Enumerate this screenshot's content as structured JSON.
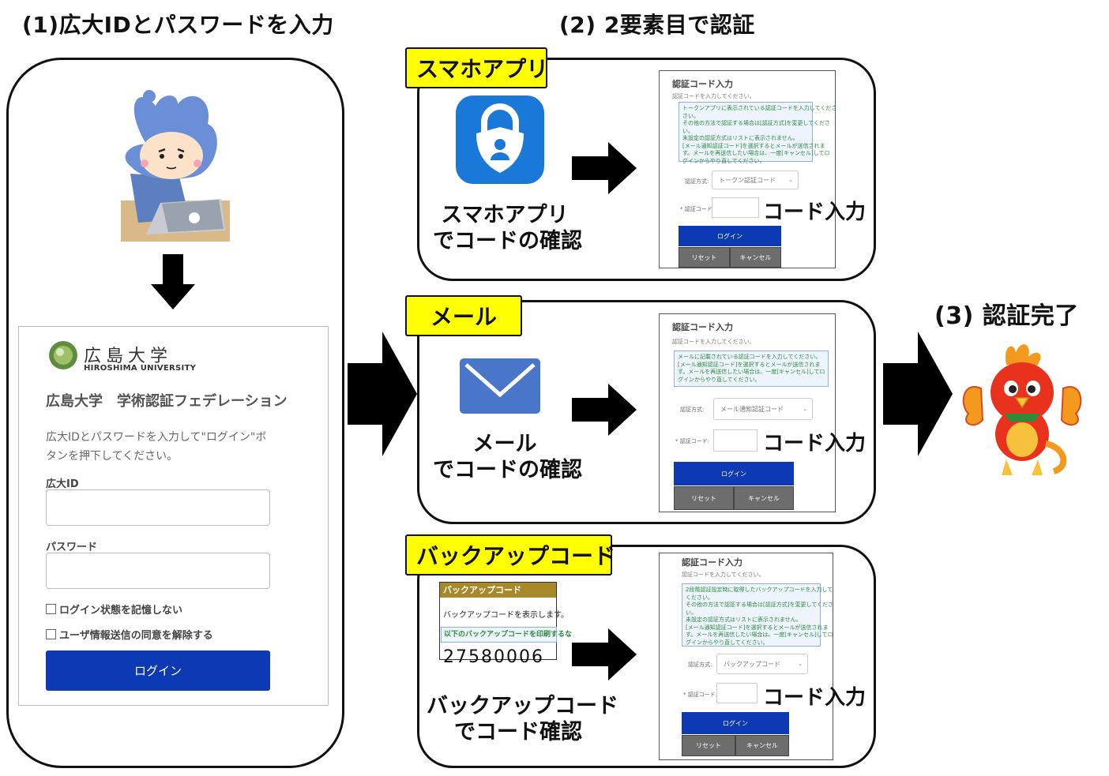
{
  "steps": {
    "step1_title": "(1)広大IDとパスワードを入力",
    "step2_title": "(2) 2要素目で認証",
    "step3_title": "(3) 認証完了"
  },
  "login": {
    "university_name": "広島大学",
    "university_en": "HIROSHIMA UNIVERSITY",
    "federation_title": "広島大学　学術認証フェデレーション",
    "instructions": "広大IDとパスワードを入力して\"ログイン\"ボタンを押下してください。",
    "id_label": "広大ID",
    "id_value": "",
    "password_label": "パスワード",
    "password_value": "",
    "remember_label": "ログイン状態を記憶しない",
    "consent_label": "ユーザ情報送信の同意を解除する",
    "login_button": "ログイン"
  },
  "methods": {
    "app": {
      "tag": "スマホアプリ",
      "label_line1": "スマホアプリ",
      "label_line2": "でコードの確認",
      "code_input": "コード入力",
      "form": {
        "title": "認証コード入力",
        "subtitle": "認証コードを入力してください。",
        "info": [
          "トークンアプリに表示されている認証コードを入力してくださ",
          "さい。",
          "その他の方法で認証する場合は[認証方式]を変更してくださ",
          "い。",
          "未設定の認証方式はリストに表示されません。",
          "[メール通知認証コード]を選択するとメールが送信されま",
          "す。メールを再送信したい場合は、一度[キャンセル]してロ",
          "グインからやり直してください。"
        ],
        "method_label": "認証方式:",
        "method_value": "トークン認証コード",
        "code_label": "* 認証コード:",
        "login": "ログイン",
        "reset": "リセット",
        "cancel": "キャンセル"
      }
    },
    "mail": {
      "tag": "メール",
      "label_line1": "メール",
      "label_line2": "でコードの確認",
      "code_input": "コード入力",
      "form": {
        "title": "認証コード入力",
        "subtitle": "認証コードを入力してください。",
        "info": [
          "メールに記載されている認証コードを入力してください。",
          "[メール通知認証コード]を選択するとメールが送信されま",
          "す。メールを再送信したい場合は、一度[キャンセル]してロ",
          "グインからやり直してください。"
        ],
        "method_label": "認証方式:",
        "method_value": "メール通知認証コード",
        "code_label": "* 認証コード:",
        "login": "ログイン",
        "reset": "リセット",
        "cancel": "キャンセル"
      }
    },
    "backup": {
      "tag": "バックアップコード",
      "label_line1": "バックアップコード",
      "label_line2": "でコード確認",
      "code_input": "コード入力",
      "card": {
        "header": "バックアップコード",
        "text": "バックアップコードを表示します。",
        "bar": "以下のバックアップコードを印刷するな",
        "number": "27580006"
      },
      "form": {
        "title": "認証コード入力",
        "subtitle": "認証コードを入力してください。",
        "info": [
          "2段階認証設定時に取得したバックアップコードを入力して",
          "ください。",
          "その他の方法で認証する場合は[認証方式]を変更してくださ",
          "い。",
          "未設定の認証方式はリストに表示されません。",
          "[メール通知認証コード]を選択するとメールが送信されま",
          "す。メールを再送信したい場合は、一度[キャンセル]してロ",
          "グインからやり直してください。"
        ],
        "method_label": "認証方式:",
        "method_value": "バックアップコード",
        "code_label": "* 認証コード:",
        "login": "ログイン",
        "reset": "リセット",
        "cancel": "キャンセル"
      }
    }
  },
  "colors": {
    "tag_yellow": "#ffff00",
    "login_blue": "#0d39b5",
    "app_icon_blue": "#1a78d8",
    "mail_icon_blue": "#4a76c9",
    "backup_gold": "#a8892a",
    "info_green": "#2b8a3e"
  },
  "icons": [
    "authenticator-app-icon",
    "mail-icon",
    "mascot-laptop",
    "mascot-phoenix",
    "university-logo-icon",
    "arrow-down-icon",
    "arrow-right-icon"
  ]
}
